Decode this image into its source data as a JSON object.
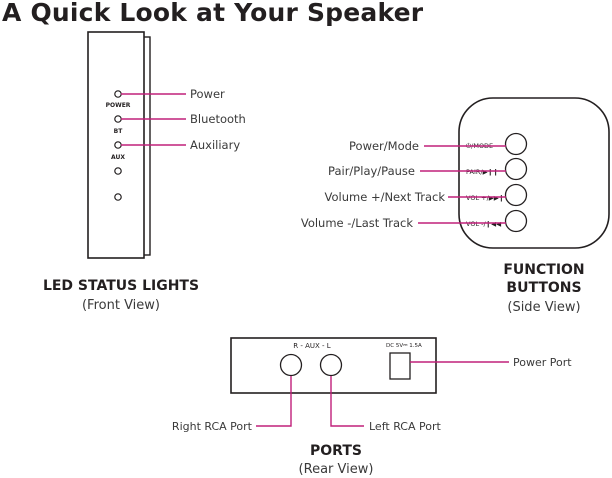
{
  "title": "A Quick Look at Your Speaker",
  "colors": {
    "leader": "#c0207a",
    "outline": "#231f20",
    "text": "#3a3a3a"
  },
  "front": {
    "indicators": {
      "power": "POWER",
      "bt": "BT",
      "aux": "AUX"
    },
    "callouts": {
      "power": "Power",
      "bluetooth": "Bluetooth",
      "auxiliary": "Auxiliary"
    },
    "caption_title": "LED STATUS LIGHTS",
    "caption_sub": "(Front View)"
  },
  "side": {
    "buttons": {
      "mode": "⏻/MODE",
      "pair": "PAIR/▶❙❙",
      "vol_up": "VOL +/▶▶❙",
      "vol_down": "VOL -/❙◀◀"
    },
    "callouts": {
      "mode": "Power/Mode",
      "pair": "Pair/Play/Pause",
      "vol_up": "Volume +/Next Track",
      "vol_down": "Volume -/Last Track"
    },
    "caption_line1": "FUNCTION",
    "caption_line2": "BUTTONS",
    "caption_sub": "(Side View)"
  },
  "rear": {
    "aux_label": "R  -  AUX  -  L",
    "dc_label": "DC 5V⎓ 1.5A",
    "callouts": {
      "right": "Right RCA Port",
      "left": "Left RCA Port",
      "power": "Power Port"
    },
    "caption_title": "PORTS",
    "caption_sub": "(Rear View)"
  }
}
